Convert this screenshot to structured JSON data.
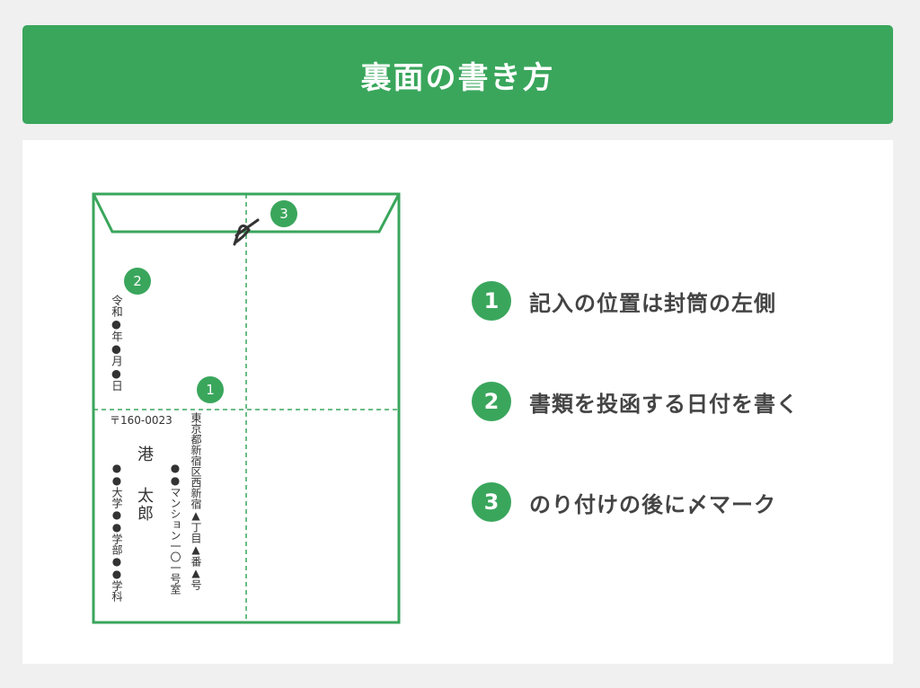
{
  "title": "裏面の書き方",
  "colors": {
    "accent": "#3aa65c",
    "text": "#333333",
    "page_bg": "#f0f0f0"
  },
  "envelope": {
    "seal_mark": "〆",
    "date": "令和●年●月●日",
    "postal": "〒160-0023",
    "address_line1": "東京都新宿区西新宿▲丁目▲番▲号",
    "address_line2": "●●マンション一〇一号室",
    "name_family": "港",
    "name_given": "太郎",
    "affiliation": "●●大学●●学部●●学科",
    "markers": [
      "1",
      "2",
      "3"
    ]
  },
  "legend": [
    {
      "num": "1",
      "text": "記入の位置は封筒の左側"
    },
    {
      "num": "2",
      "text": "書類を投函する日付を書く"
    },
    {
      "num": "3",
      "text": "のり付けの後に〆マーク"
    }
  ]
}
